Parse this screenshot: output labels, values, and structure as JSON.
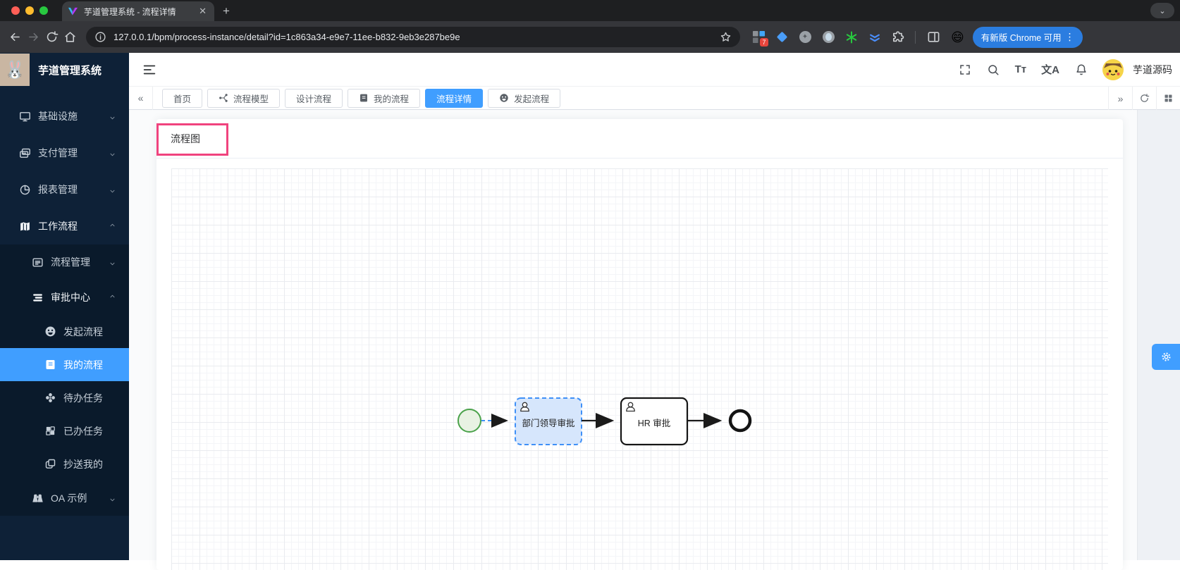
{
  "browser": {
    "tab_title": "芋道管理系统 - 流程详情",
    "url": "127.0.0.1/bpm/process-instance/detail?id=1c863a34-e9e7-11ee-b832-9eb3e287be9e",
    "update_button": "有新版 Chrome 可用",
    "extension_badge": "7"
  },
  "app": {
    "logo_title": "芋道管理系统",
    "user_name": "芋道源码"
  },
  "sidebar": {
    "items": [
      {
        "label": "基础设施",
        "icon": "monitor",
        "level": 1,
        "chevron": "down"
      },
      {
        "label": "支付管理",
        "icon": "wallet",
        "level": 1,
        "chevron": "down"
      },
      {
        "label": "报表管理",
        "icon": "pie",
        "level": 1,
        "chevron": "down"
      },
      {
        "label": "工作流程",
        "icon": "map",
        "level": 1,
        "chevron": "up",
        "expanded": true
      },
      {
        "label": "流程管理",
        "icon": "flowlist",
        "level": 2,
        "chevron": "down",
        "sub": true
      },
      {
        "label": "审批中心",
        "icon": "bars",
        "level": 2,
        "chevron": "up",
        "sub": true,
        "expanded": true
      },
      {
        "label": "发起流程",
        "icon": "smile",
        "level": 3,
        "sub": true
      },
      {
        "label": "我的流程",
        "icon": "book",
        "level": 3,
        "sub": true,
        "active": true
      },
      {
        "label": "待办任务",
        "icon": "pinwheel",
        "level": 3,
        "sub": true
      },
      {
        "label": "已办任务",
        "icon": "squares",
        "level": 3,
        "sub": true
      },
      {
        "label": "抄送我的",
        "icon": "copy",
        "level": 3,
        "sub": true
      },
      {
        "label": "OA 示例",
        "icon": "binoculars",
        "level": 2,
        "chevron": "down",
        "sub": true
      }
    ]
  },
  "tabbar": {
    "tabs": [
      {
        "label": "首页"
      },
      {
        "label": "流程模型",
        "icon": "share"
      },
      {
        "label": "设计流程"
      },
      {
        "label": "我的流程",
        "icon": "book"
      },
      {
        "label": "流程详情",
        "active": true
      },
      {
        "label": "发起流程",
        "icon": "smile"
      }
    ]
  },
  "content": {
    "card_title": "流程图",
    "flow": {
      "type": "bpmn-process",
      "nodes": [
        {
          "id": "start",
          "type": "startEvent",
          "label": ""
        },
        {
          "id": "task1",
          "type": "userTask",
          "label": "部门领导审批",
          "highlighted": true
        },
        {
          "id": "task2",
          "type": "userTask",
          "label": "HR 审批"
        },
        {
          "id": "end",
          "type": "endEvent",
          "label": ""
        }
      ],
      "edges": [
        {
          "from": "start",
          "to": "task1",
          "style": "dashed-blue"
        },
        {
          "from": "task1",
          "to": "task2",
          "style": "solid"
        },
        {
          "from": "task2",
          "to": "end",
          "style": "solid"
        }
      ]
    }
  },
  "colors": {
    "primary": "#409eff",
    "inspect_pink": "#f0437e",
    "start_event_green": "#4aa24a",
    "highlight_fill": "#d6e6fc"
  }
}
